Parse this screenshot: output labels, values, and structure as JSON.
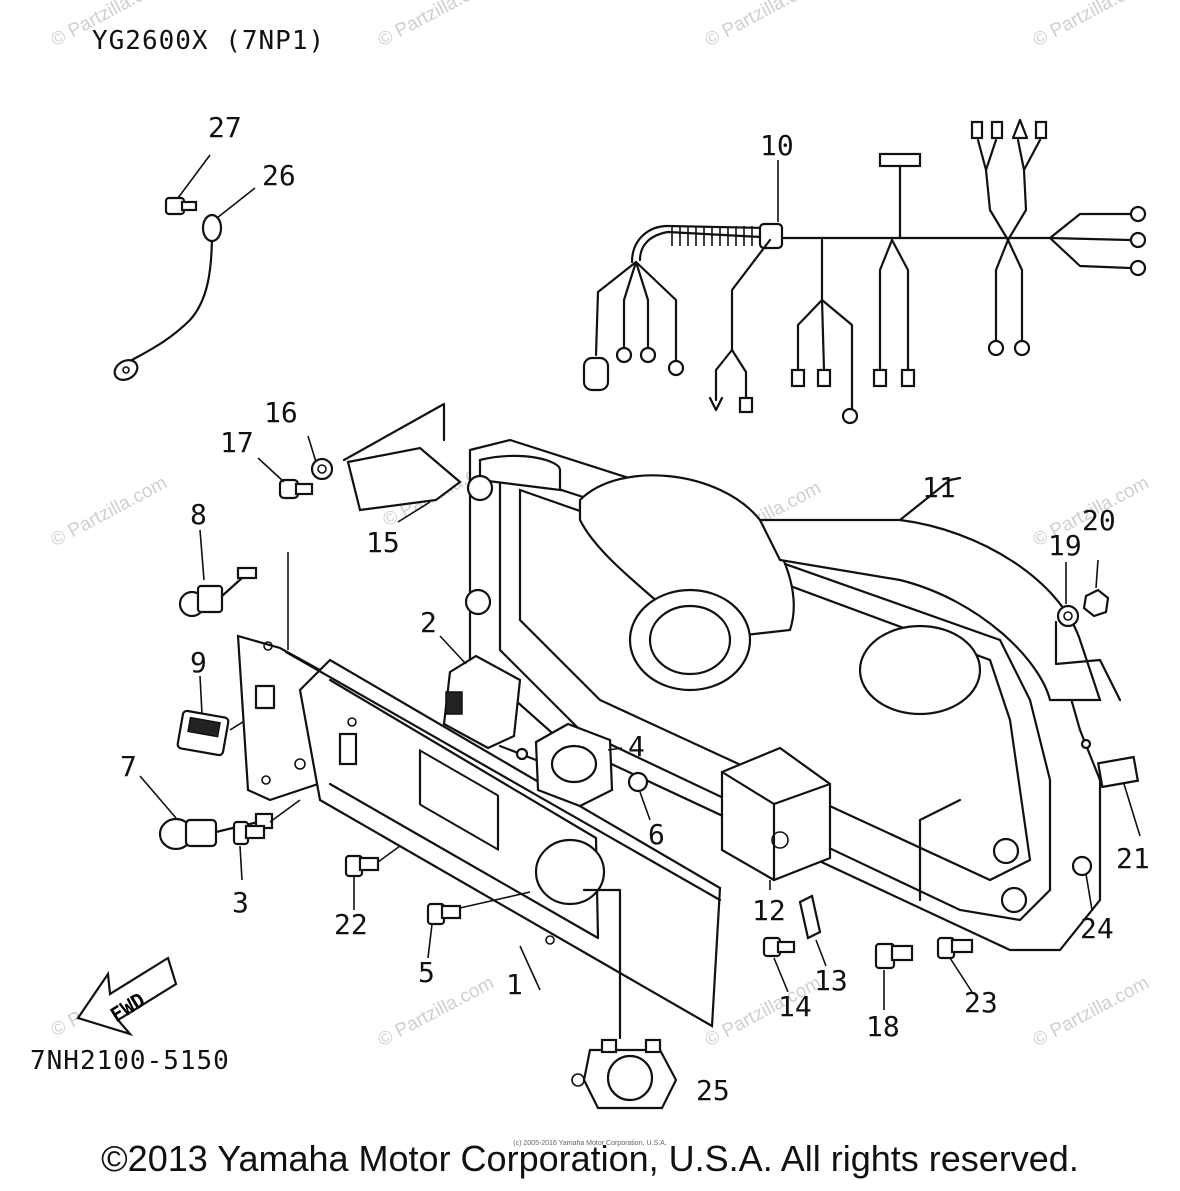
{
  "header": {
    "model": "YG2600X (7NP1)"
  },
  "footer": {
    "diagram_code": "7NH2100-5150",
    "copyright": "©2013 Yamaha Motor Corporation, U.S.A. All rights reserved.",
    "small_credit": "(c) 2005-2016 Yamaha Motor Corporation, U.S.A."
  },
  "direction_arrow": {
    "label": "FWD"
  },
  "watermark": "© Partzilla.com",
  "callouts": [
    {
      "id": "1",
      "label": "1"
    },
    {
      "id": "2",
      "label": "2"
    },
    {
      "id": "3",
      "label": "3"
    },
    {
      "id": "4",
      "label": "4"
    },
    {
      "id": "5",
      "label": "5"
    },
    {
      "id": "6",
      "label": "6"
    },
    {
      "id": "7",
      "label": "7"
    },
    {
      "id": "8",
      "label": "8"
    },
    {
      "id": "9",
      "label": "9"
    },
    {
      "id": "10",
      "label": "10"
    },
    {
      "id": "11",
      "label": "11"
    },
    {
      "id": "12",
      "label": "12"
    },
    {
      "id": "13",
      "label": "13"
    },
    {
      "id": "14",
      "label": "14"
    },
    {
      "id": "15",
      "label": "15"
    },
    {
      "id": "16",
      "label": "16"
    },
    {
      "id": "17",
      "label": "17"
    },
    {
      "id": "18",
      "label": "18"
    },
    {
      "id": "19",
      "label": "19"
    },
    {
      "id": "20",
      "label": "20"
    },
    {
      "id": "21",
      "label": "21"
    },
    {
      "id": "22",
      "label": "22"
    },
    {
      "id": "23",
      "label": "23"
    },
    {
      "id": "24",
      "label": "24"
    },
    {
      "id": "25",
      "label": "25"
    },
    {
      "id": "26",
      "label": "26"
    },
    {
      "id": "27",
      "label": "27"
    }
  ],
  "colors": {
    "line": "#111111",
    "watermark": "#cfcfcf",
    "background": "#ffffff"
  }
}
